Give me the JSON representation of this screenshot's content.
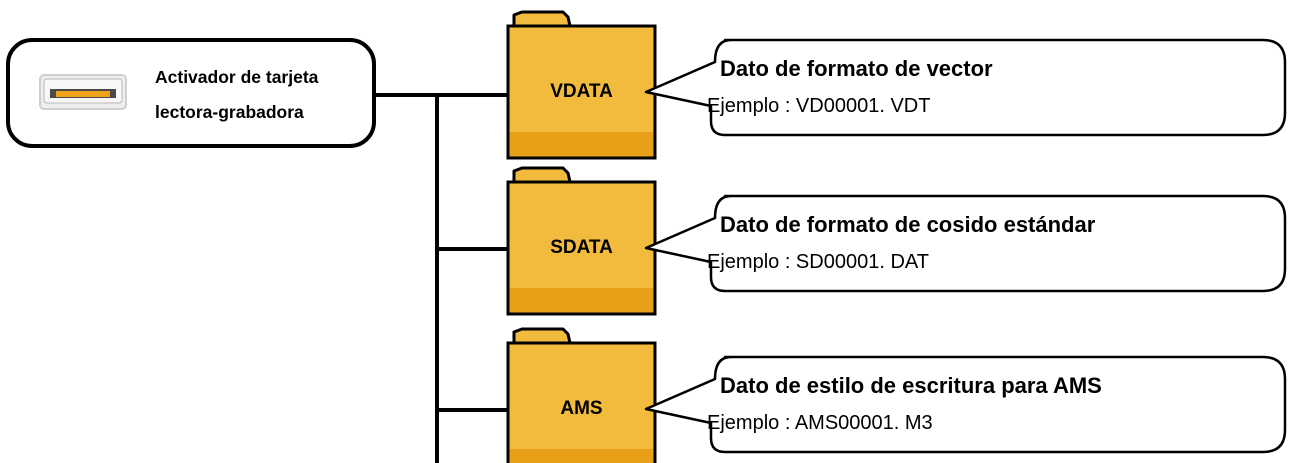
{
  "reader": {
    "label_line1": "Activador de tarjeta",
    "label_line2": "lectora-grabadora",
    "icon": "card-reader-drive-icon"
  },
  "folders": [
    {
      "name": "VDATA",
      "title": "Dato de formato de vector",
      "example": "Ejemplo : VD00001. VDT"
    },
    {
      "name": "SDATA",
      "title": "Dato de formato de cosido estándar",
      "example": "Ejemplo : SD00001. DAT"
    },
    {
      "name": "AMS",
      "title": "Dato de estilo de escritura para AMS",
      "example": "Ejemplo : AMS00001. M3"
    }
  ],
  "colors": {
    "folder_fill": "#f2bb3d",
    "folder_bottom": "#e8a019",
    "line": "#000000"
  },
  "icons": [
    "folder-icon",
    "card-reader-drive-icon"
  ]
}
